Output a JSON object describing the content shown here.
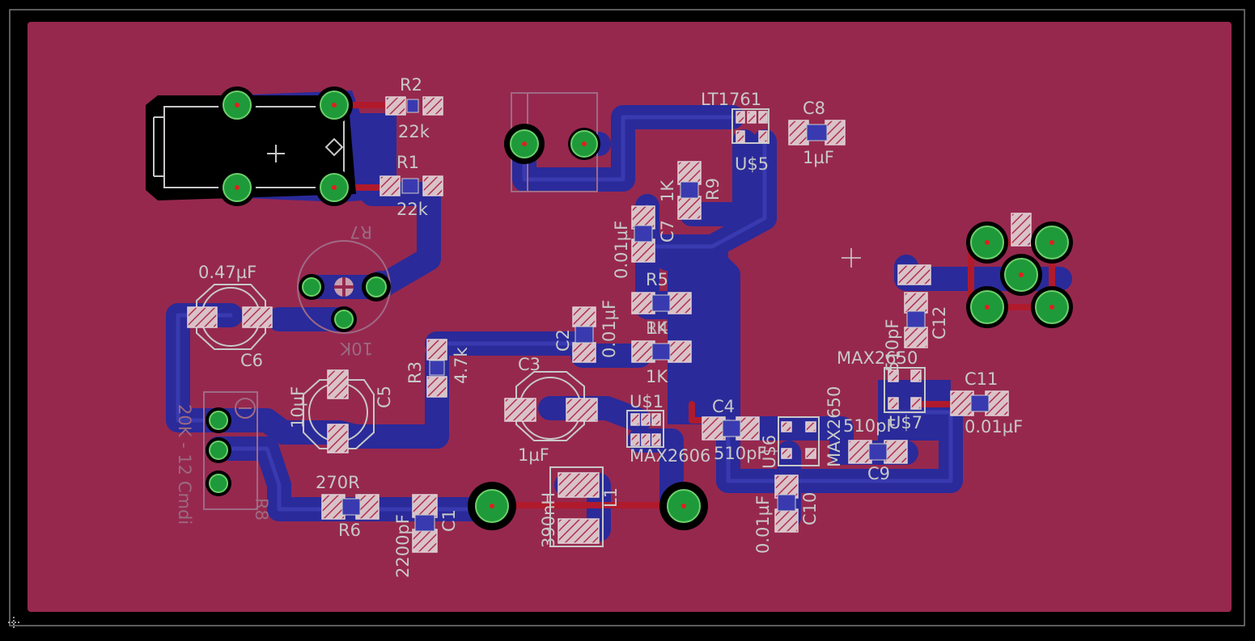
{
  "board": {
    "background": "#000000",
    "copper_fill": "#96284e",
    "bottom_copper": "#2a2a9a",
    "top_trace": "#b01a2c",
    "silkscreen": "#c8c8c8",
    "via_ring": "#1f9a3a"
  },
  "labels": {
    "r2_name": "R2",
    "r2_val": "22k",
    "r1_name": "R1",
    "r1_val": "22k",
    "r7_name": "R7",
    "r7_val": "10K",
    "c6_val": "0.47µF",
    "c6_name": "C6",
    "lt1761": "LT1761",
    "us5": "U$5",
    "c8_name": "C8",
    "c8_val": "1µF",
    "r9_val": "1K",
    "r9_name": "R9",
    "c7_val": "0.01µF",
    "c7_name": "C7",
    "r5_name": "R5",
    "r5_val": "1K",
    "c2_name": "C2",
    "c2_val": "0.01µF",
    "r4_name": "R4",
    "r4_val": "1K",
    "r3_name": "R3",
    "r3_val": "4.7k",
    "c3_name": "C3",
    "c3_val": "1µF",
    "c5_val": "10µF",
    "c5_name": "C5",
    "r8_name": "R8",
    "r8_val": "20K - 12 Cmdi",
    "r6_val": "270R",
    "r6_name": "R6",
    "c1_val": "2200pF",
    "c1_name": "C1",
    "l1_val": "390nH",
    "l1_name": "L1",
    "us1": "U$1",
    "max2606": "MAX2606",
    "c4_name": "C4",
    "c4_val": "510pF",
    "us6": "U$6",
    "max2650a": "MAX2650",
    "c10_val": "0.01µF",
    "c10_name": "C10",
    "c9_val": "510pF",
    "c9_name": "C9",
    "max2650b": "MAX2650",
    "us7": "U$7",
    "c12_val": "510pF",
    "c12_name": "C12",
    "c11_name": "C11",
    "c11_val": "0.01µF"
  }
}
